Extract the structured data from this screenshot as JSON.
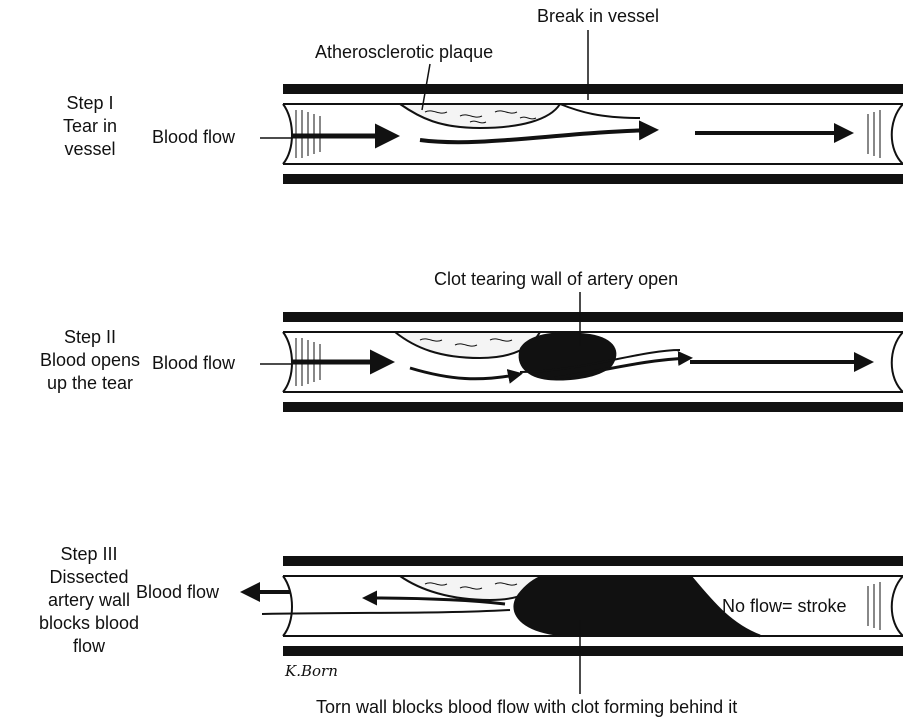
{
  "callouts": {
    "break_in_vessel": "Break in vessel",
    "atherosclerotic_plaque": "Atherosclerotic plaque",
    "clot_tearing_wall": "Clot tearing wall of artery open",
    "torn_wall_blocks": "Torn wall blocks blood flow with clot forming behind it"
  },
  "steps": [
    {
      "lines": [
        "Step I",
        "Tear in",
        "vessel"
      ],
      "flow_label": "Blood flow"
    },
    {
      "lines": [
        "Step II",
        "Blood opens",
        "up the tear"
      ],
      "flow_label": "Blood flow"
    },
    {
      "lines": [
        "Step III",
        "Dissected",
        "artery wall",
        "blocks blood",
        "flow"
      ],
      "flow_label": "Blood flow"
    }
  ],
  "no_flow_label": "No flow= stroke",
  "signature": "K.Born"
}
